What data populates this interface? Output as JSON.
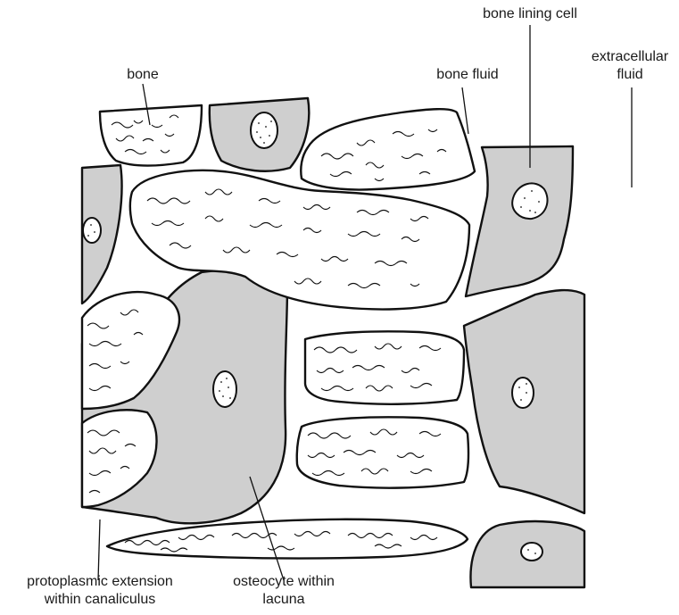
{
  "diagram": {
    "labels": {
      "bone": "bone",
      "bone_fluid": "bone fluid",
      "bone_lining_cell": "bone lining cell",
      "extracellular_fluid_line1": "extracellular",
      "extracellular_fluid_line2": "fluid",
      "protoplasmic_line1": "protoplasmic extension",
      "protoplasmic_line2": "within canaliculus",
      "osteocyte_line1": "osteocyte within",
      "osteocyte_line2": "lacuna"
    },
    "colors": {
      "cell_gray": "#cfcfcf",
      "outline": "#111111",
      "bone_matrix": "#ffffff"
    }
  }
}
